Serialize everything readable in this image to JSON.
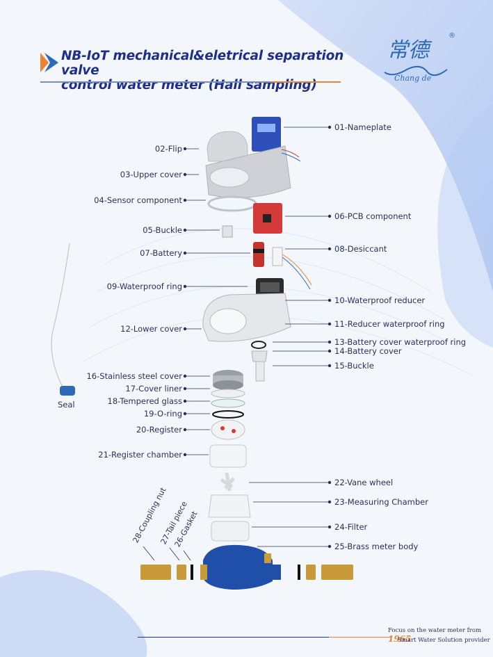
{
  "title_line1": "NB-IoT mechanical&eletrical separation valve",
  "title_line2": "control water meter (Hall sampling)",
  "logo": {
    "text": "常德",
    "signature": "Chang de",
    "registered": "®"
  },
  "colors": {
    "title": "#1d2f8a",
    "accent": "#e5843a",
    "arrow_blue": "#2c6ab8",
    "arrow_orange": "#e5843a",
    "meter_body": "#1f4fa8",
    "brass": "#c89a3a"
  },
  "parts_left": [
    "02-Flip",
    "03-Upper cover",
    "04-Sensor component",
    "05-Buckle",
    "07-Battery",
    "09-Waterproof ring",
    "12-Lower cover",
    "16-Stainless steel cover",
    "17-Cover liner",
    "18-Tempered glass",
    "19-O-ring",
    "20-Register",
    "21-Register chamber"
  ],
  "parts_right": [
    "01-Nameplate",
    "06-PCB component",
    "08-Desiccant",
    "10-Waterproof reducer",
    "11-Reducer waterproof ring",
    "13-Battery cover waterproof ring",
    "14-Battery cover",
    "15-Buckle",
    "22-Vane wheel",
    "23-Measuring Chamber",
    "24-Filter",
    "25-Brass meter body"
  ],
  "parts_rotated": [
    "28-Coupling nut",
    "27-Tail piece",
    "26-Gasket"
  ],
  "seal_label": "Seal",
  "footer": {
    "line1": "Focus on the water meter from",
    "year": "1965",
    "line2": "Smart Water Solution provider"
  }
}
